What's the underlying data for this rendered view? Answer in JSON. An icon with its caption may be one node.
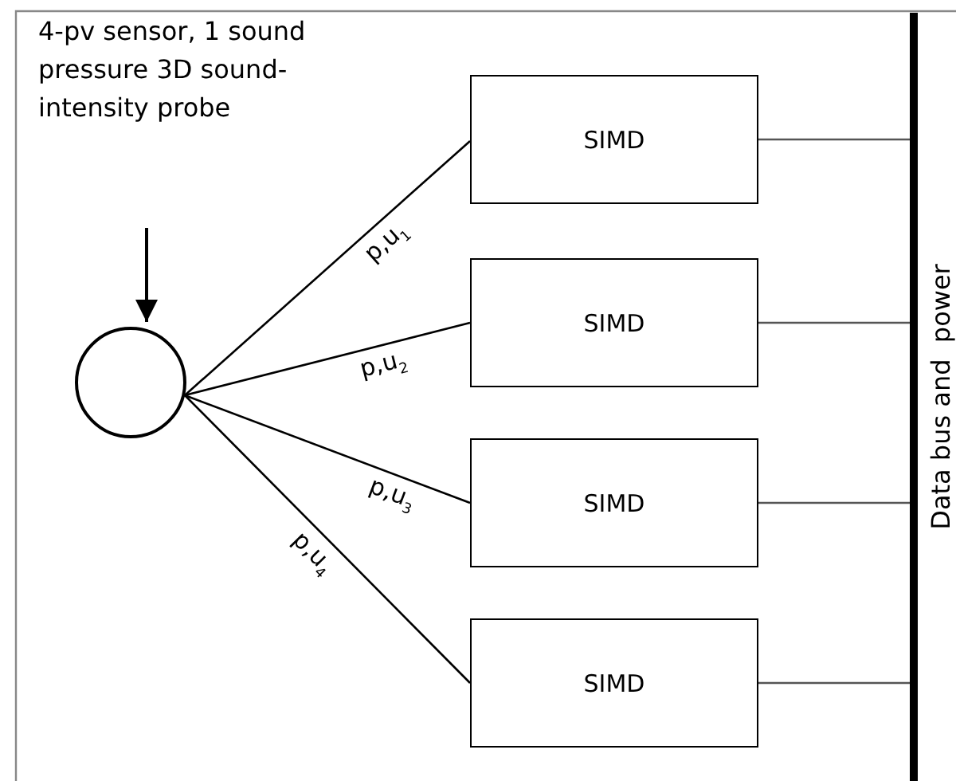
{
  "diagram": {
    "nodes": [
      {
        "text": [
          "4-pv sensor, 1 sound pressure 3D sound-intensity probe"
        ]
      },
      {
        "text": [],
        "shape": "circle"
      },
      {
        "text": [
          "SIMD"
        ]
      },
      {
        "text": [
          "SIMD"
        ]
      },
      {
        "text": [
          "SIMD"
        ]
      },
      {
        "text": [
          "SIMD"
        ]
      },
      {
        "text": [
          "Data bus and  power"
        ]
      }
    ],
    "edges": [
      {
        "from": 0,
        "to": 1,
        "arrow": "to"
      },
      {
        "from": 1,
        "to": 2,
        "arrow": "none",
        "label": "p,u$_{1}$"
      },
      {
        "from": 1,
        "to": 3,
        "arrow": "none",
        "label": "p,u$_{2}$"
      },
      {
        "from": 1,
        "to": 4,
        "arrow": "none",
        "label": "p,u$_{3}$"
      },
      {
        "from": 1,
        "to": 5,
        "arrow": "none",
        "label": "p,u$_{4}$"
      },
      {
        "from": 2,
        "to": 6,
        "arrow": "none"
      },
      {
        "from": 3,
        "to": 6,
        "arrow": "none"
      },
      {
        "from": 4,
        "to": 6,
        "arrow": "none"
      },
      {
        "from": 5,
        "to": 6,
        "arrow": "none"
      }
    ]
  }
}
